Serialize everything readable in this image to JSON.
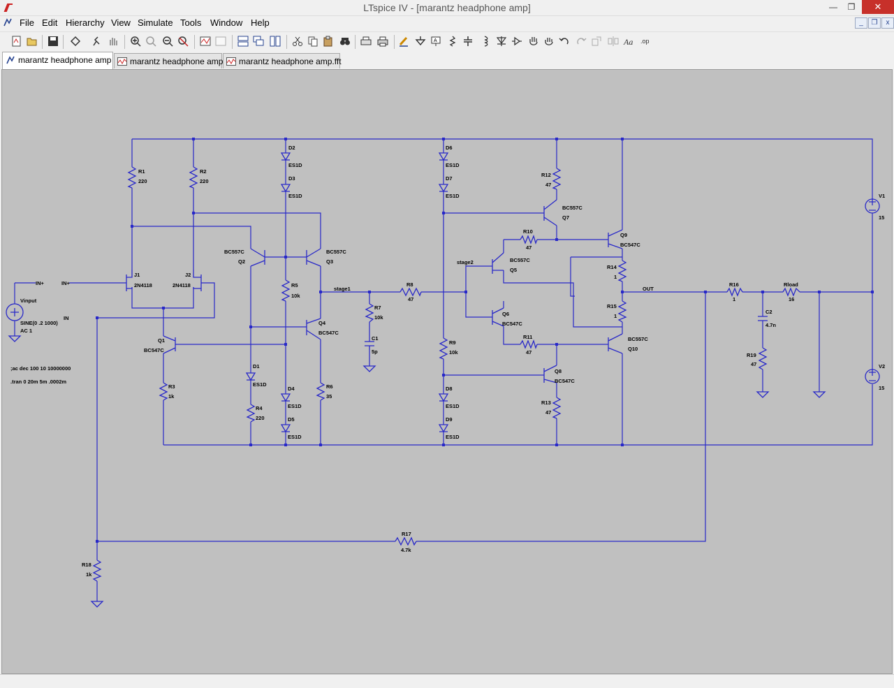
{
  "window": {
    "title": "LTspice IV - [marantz headphone amp]"
  },
  "menu": [
    "File",
    "Edit",
    "Hierarchy",
    "View",
    "Simulate",
    "Tools",
    "Window",
    "Help"
  ],
  "tabs": [
    {
      "label": "marantz headphone amp",
      "icon": "schematic-icon",
      "active": true
    },
    {
      "label": "marantz headphone amp",
      "icon": "waveform-icon",
      "active": false
    },
    {
      "label": "marantz headphone amp.fft",
      "icon": "waveform-icon",
      "active": false
    }
  ],
  "schematic": {
    "labels": {
      "R1": "R1",
      "R1v": "220",
      "R2": "R2",
      "R2v": "220",
      "D2": "D2",
      "D2v": "ES1D",
      "D3": "D3",
      "D3v": "ES1D",
      "D6": "D6",
      "D6v": "ES1D",
      "D7": "D7",
      "D7v": "ES1D",
      "R12": "R12",
      "R12v": "47",
      "Q7t": "BC557C",
      "Q7": "Q7",
      "R10": "R10",
      "R10v": "47",
      "Q9": "Q9",
      "Q9t": "BC547C",
      "V1": "V1",
      "V1v": "15",
      "Q2t": "BC557C",
      "Q2": "Q2",
      "Q3t": "BC557C",
      "Q3": "Q3",
      "stage2": "stage2",
      "Q5t": "BC557C",
      "Q5": "Q5",
      "R14": "R14",
      "R14v": "1",
      "INp": "IN+",
      "INp2": "IN+",
      "J1": "J1",
      "J1t": "2N4118",
      "J2": "J2",
      "J2t": "2N4118",
      "R5": "R5",
      "R5v": "10k",
      "stage1": "stage1",
      "R8": "R8",
      "R8v": "47",
      "OUT": "OUT",
      "R16": "R16",
      "R16v": "1",
      "Rload": "Rload",
      "Rloadv": "16",
      "Vinput": "Vinput",
      "R7": "R7",
      "R7v": "10k",
      "Q6": "Q6",
      "Q6t": "BC547C",
      "R15": "R15",
      "R15v": "1",
      "C2": "C2",
      "C2v": "4.7n",
      "IN": "IN",
      "SINE": "SINE(0 .2 1000)",
      "AC": "AC 1",
      "Q4": "Q4",
      "Q4t": "BC547C",
      "C1": "C1",
      "C1v": "5p",
      "Q1": "Q1",
      "Q1t": "BC547C",
      "R9": "R9",
      "R9v": "10k",
      "R11": "R11",
      "R11v": "47",
      "Q10t": "BC557C",
      "Q10": "Q10",
      "R19": "R19",
      "R19v": "47",
      "acdir": ";ac dec 100 10 10000000",
      "D1": "D1",
      "D1v": "ES1D",
      "Q8": "Q8",
      "Q8t": "BC547C",
      "V2": "V2",
      "V2v": "15",
      "trandir": ".tran 0 20m 5m .0002m",
      "R3": "R3",
      "R3v": "1k",
      "D4": "D4",
      "D4v": "ES1D",
      "R6": "R6",
      "R6v": "35",
      "D8": "D8",
      "D8v": "ES1D",
      "R13": "R13",
      "R13v": "47",
      "R4": "R4",
      "R4v": "220",
      "D5": "D5",
      "D5v": "ES1D",
      "D9": "D9",
      "D9v": "ES1D",
      "R17": "R17",
      "R17v": "4.7k",
      "R18": "R18",
      "R18v": "1k"
    }
  }
}
